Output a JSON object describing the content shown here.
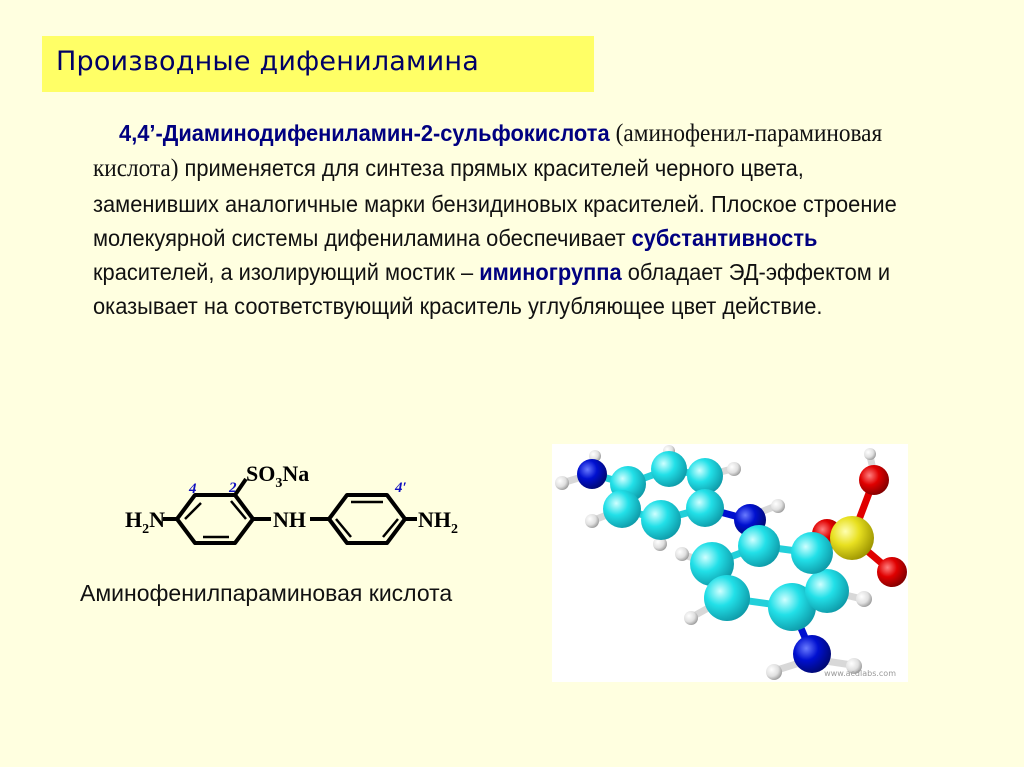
{
  "slide": {
    "title": "Производные дифениламина",
    "paragraph": {
      "term": "4,4’-Диаминодифениламин-2-сульфокислота",
      "synonym": "(аминофенил-параминовая кислота)",
      "text1": "применяется для синтеза прямых красителей черного цвета, заменивших аналогичные марки бензидиновых красителей. Плоское строение молекуярной системы дифениламина обеспечивает",
      "kw1": "субстантивность",
      "text2": "красителей, а изолирующий мостик –",
      "kw2": "иминогруппа",
      "text3": "обладает ЭД-эффектом и оказывает на соответствующий краситель углубляющее цвет действие."
    },
    "formula": {
      "left_group": "H2N",
      "bridge": "NH",
      "right_group": "NH2",
      "substituent": "SO3Na",
      "positions": [
        "4",
        "2",
        "4′"
      ]
    },
    "caption": "Аминофенилпараминовая кислота",
    "model_watermark": "www.acdlabs.com",
    "colors": {
      "background": "#FFFFE0",
      "title_box": "#FFFF66",
      "title_text": "#000066",
      "keyword": "#000080",
      "carbon": "#22E0E8",
      "nitrogen": "#0010D0",
      "sulfur": "#E8E020",
      "oxygen": "#E00000",
      "hydrogen": "#E8E8E8"
    }
  }
}
